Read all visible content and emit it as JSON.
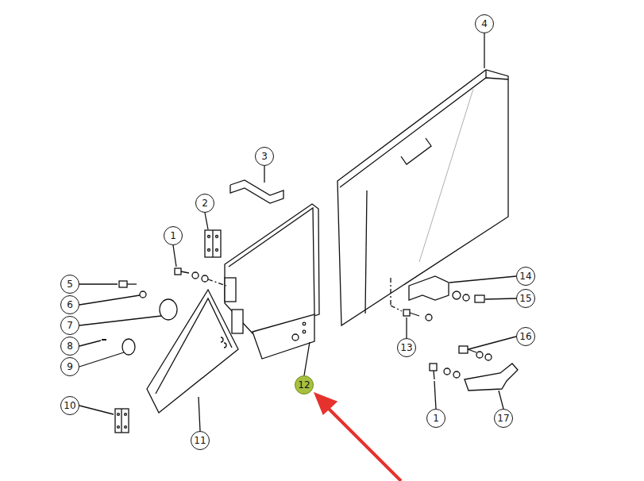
{
  "diagram": {
    "nodes": [
      {
        "text": [
          "4"
        ]
      },
      {
        "text": [
          "3"
        ]
      },
      {
        "text": [
          "2"
        ]
      },
      {
        "text": [
          "1"
        ]
      },
      {
        "text": [
          "14"
        ]
      },
      {
        "text": [
          "5"
        ]
      },
      {
        "text": [
          "15"
        ]
      },
      {
        "text": [
          "6"
        ]
      },
      {
        "text": [
          "7"
        ]
      },
      {
        "text": [
          "13"
        ]
      },
      {
        "text": [
          "8"
        ]
      },
      {
        "text": [
          "16"
        ]
      },
      {
        "text": [
          "9"
        ]
      },
      {
        "text": [
          "12"
        ]
      },
      {
        "text": [
          "10"
        ]
      },
      {
        "text": [
          "1"
        ]
      },
      {
        "text": [
          "17"
        ]
      },
      {
        "text": [
          "11"
        ]
      }
    ]
  }
}
